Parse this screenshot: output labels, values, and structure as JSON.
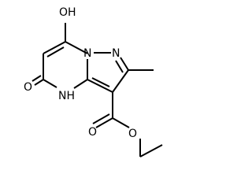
{
  "atom_labels": {
    "hydroxyl": "OH",
    "ring_nitrogen_bridge": "N",
    "ring_nitrogen_pyrazole": "N",
    "amine_nh": "NH",
    "carbonyl_oxygen_ring": "O",
    "ester_carbonyl_oxygen": "O",
    "ester_ether_oxygen": "O"
  }
}
